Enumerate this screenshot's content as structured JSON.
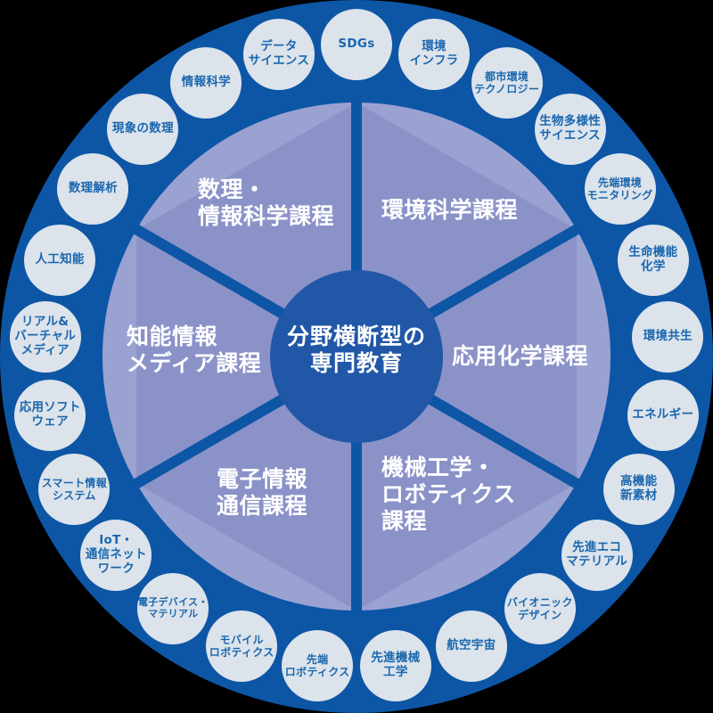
{
  "center": {
    "label": "分野横断型の\n専門教育"
  },
  "segments": [
    {
      "id": "math-info",
      "label": "数理・\n情報科学課程"
    },
    {
      "id": "env",
      "label": "環境科学課程"
    },
    {
      "id": "chem",
      "label": "応用化学課程"
    },
    {
      "id": "mech",
      "label": "機械工学・\nロボティクス\n課程"
    },
    {
      "id": "elec",
      "label": "電子情報\n通信課程"
    },
    {
      "id": "media",
      "label": "知能情報\nメディア課程"
    }
  ],
  "satellites": [
    {
      "label": "SDGs"
    },
    {
      "label": "環境\nインフラ"
    },
    {
      "label": "都市環境\nテクノロジー"
    },
    {
      "label": "生物多様性\nサイエンス"
    },
    {
      "label": "先端環境\nモニタリング"
    },
    {
      "label": "生命機能\n化学"
    },
    {
      "label": "環境共生"
    },
    {
      "label": "エネルギー"
    },
    {
      "label": "高機能\n新素材"
    },
    {
      "label": "先進エコ\nマテリアル"
    },
    {
      "label": "バイオニック\nデザイン"
    },
    {
      "label": "航空宇宙"
    },
    {
      "label": "先進機械\n工学"
    },
    {
      "label": "先端\nロボティクス"
    },
    {
      "label": "モバイル\nロボティクス"
    },
    {
      "label": "電子デバイス・\nマテリアル"
    },
    {
      "label": "IoT・\n通信ネット\nワーク"
    },
    {
      "label": "スマート情報\nシステム"
    },
    {
      "label": "応用ソフト\nウェア"
    },
    {
      "label": "リアル&\nバーチャル\nメディア"
    },
    {
      "label": "人工知能"
    },
    {
      "label": "数理解析"
    },
    {
      "label": "現象の数理"
    },
    {
      "label": "情報科学"
    },
    {
      "label": "データ\nサイエンス"
    }
  ],
  "colors": {
    "page_bg": "#000000",
    "outer_ring": "#0d56a6",
    "segment": "#8a92c8",
    "segment_light": "#9aa2d2",
    "center_circle": "#2157a7",
    "spoke": "#0d56a6",
    "satellite_bg": "#dce3eb",
    "satellite_text": "#1a67ae",
    "label_text": "#ffffff"
  }
}
